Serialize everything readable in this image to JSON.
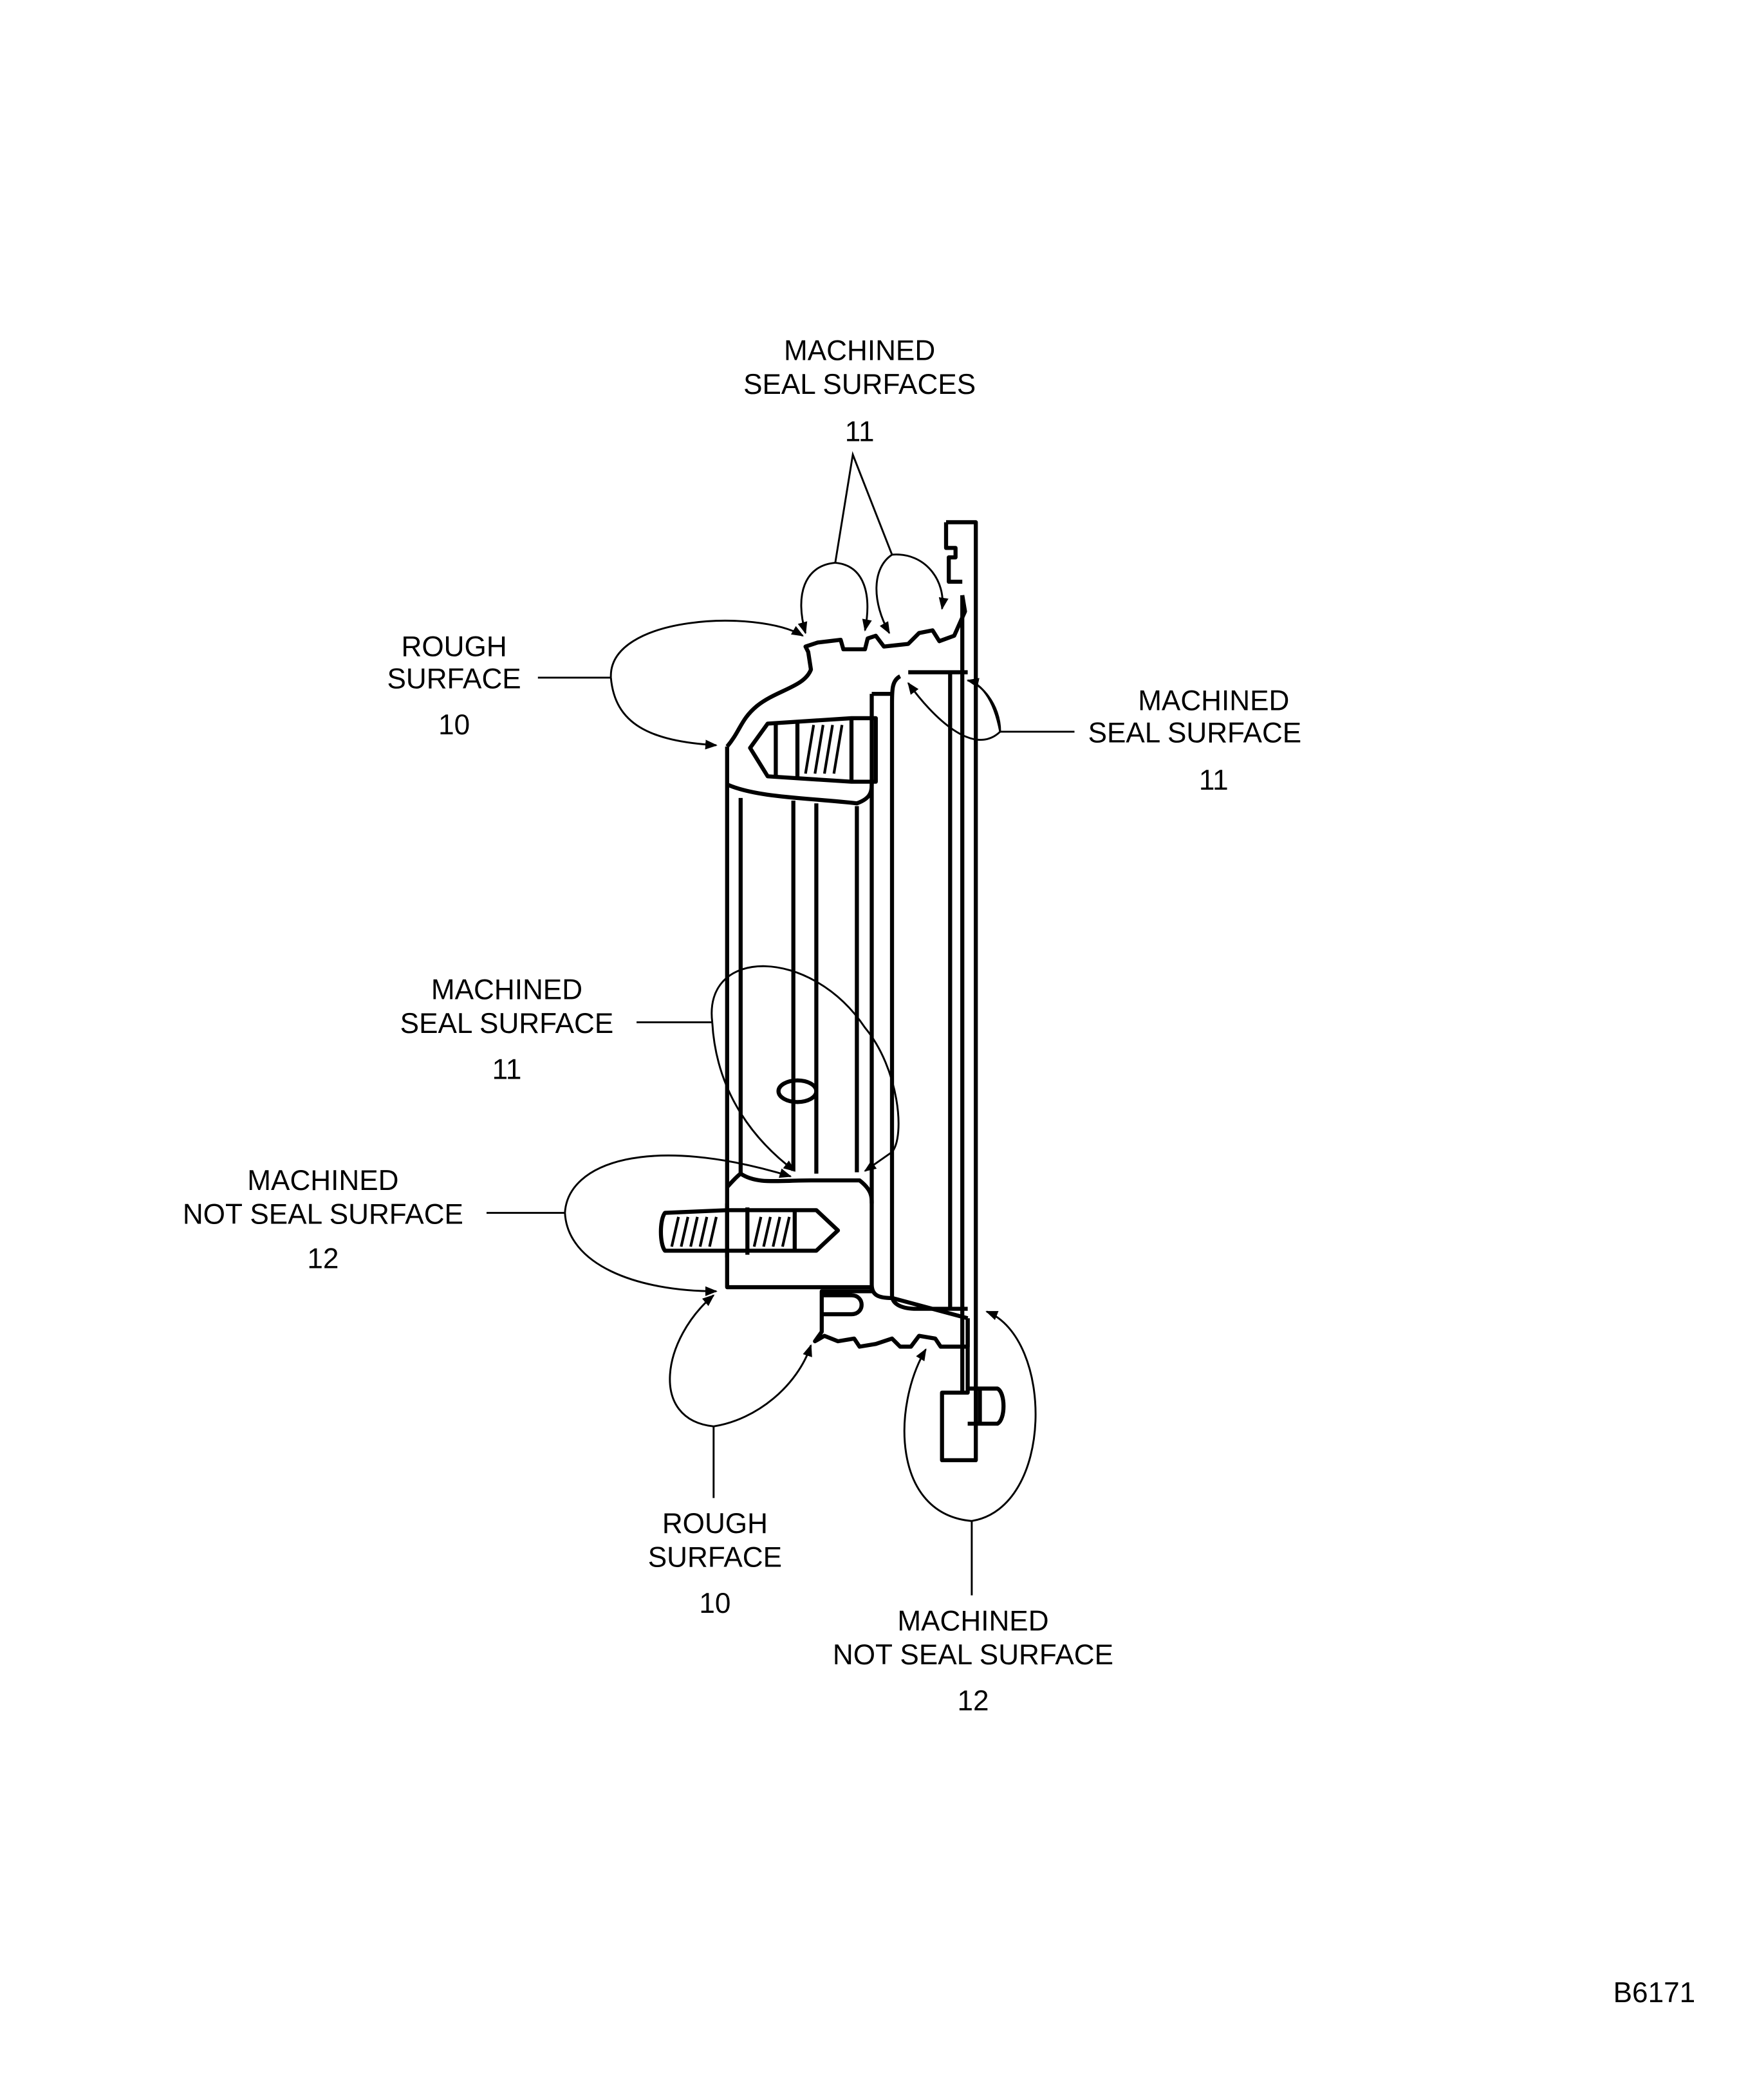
{
  "figure_id": "B6171",
  "labels": {
    "top_machined_seal": {
      "line1": "MACHINED",
      "line2": "SEAL SURFACES",
      "ref": "11"
    },
    "left_rough": {
      "line1": "ROUGH",
      "line2": "SURFACE",
      "ref": "10"
    },
    "right_machined_seal": {
      "line1": "MACHINED",
      "line2": "SEAL SURFACE",
      "ref": "11"
    },
    "middle_machined_seal": {
      "line1": "MACHINED",
      "line2": "SEAL SURFACE",
      "ref": "11"
    },
    "left_machined_not_seal": {
      "line1": "MACHINED",
      "line2": "NOT SEAL SURFACE",
      "ref": "12"
    },
    "bottom_rough": {
      "line1": "ROUGH",
      "line2": "SURFACE",
      "ref": "10"
    },
    "bottom_machined_not_seal": {
      "line1": "MACHINED",
      "line2": "NOT SEAL SURFACE",
      "ref": "12"
    }
  }
}
